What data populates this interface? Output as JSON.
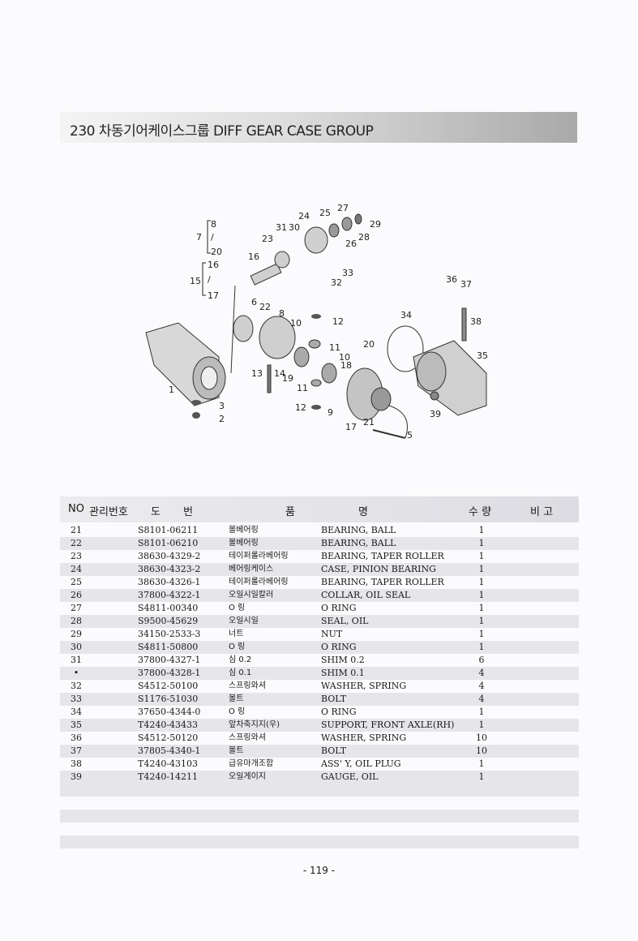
{
  "header": {
    "title": "230  차동기어케이스그룹 DIFF GEAR CASE GROUP"
  },
  "diagram": {
    "callouts": [
      "1",
      "2",
      "3",
      "5",
      "6",
      "7",
      "8",
      "9",
      "10",
      "11",
      "12",
      "13",
      "14",
      "15",
      "16",
      "17",
      "18",
      "19",
      "20",
      "21",
      "22",
      "23",
      "24",
      "25",
      "26",
      "27",
      "28",
      "29",
      "30",
      "31",
      "32",
      "33",
      "34",
      "35",
      "36",
      "37",
      "38",
      "39"
    ],
    "bracket_7": {
      "label": "7",
      "top": "8",
      "mid": "/",
      "bottom": "20"
    },
    "bracket_15": {
      "label": "15",
      "top": "16",
      "mid": "/",
      "bottom": "17"
    }
  },
  "table": {
    "headers": {
      "no": "NO",
      "mgmt": "관리번호",
      "drawing_a": "도",
      "drawing_b": "번",
      "name_a": "품",
      "name_b": "명",
      "qty": "수 량",
      "remark": "비 고"
    },
    "rows": [
      {
        "no": "21",
        "part": "S8101-06211",
        "kr": "볼베어링",
        "en": "BEARING, BALL",
        "qty": "1"
      },
      {
        "no": "22",
        "part": "S8101-06210",
        "kr": "볼베어링",
        "en": "BEARING, BALL",
        "qty": "1"
      },
      {
        "no": "23",
        "part": "38630-4329-2",
        "kr": "테이퍼롤라베어링",
        "en": "BEARING, TAPER ROLLER",
        "qty": "1"
      },
      {
        "no": "24",
        "part": "38630-4323-2",
        "kr": "베어링케이스",
        "en": "CASE, PINION BEARING",
        "qty": "1"
      },
      {
        "no": "25",
        "part": "38630-4326-1",
        "kr": "테이퍼롤라베어링",
        "en": "BEARING, TAPER ROLLER",
        "qty": "1"
      },
      {
        "no": "26",
        "part": "37800-4322-1",
        "kr": "오일시일칼러",
        "en": "COLLAR, OIL SEAL",
        "qty": "1"
      },
      {
        "no": "27",
        "part": "S4811-00340",
        "kr": "O 링",
        "en": "O RING",
        "qty": "1"
      },
      {
        "no": "28",
        "part": "S9500-45629",
        "kr": "오일시일",
        "en": "SEAL, OIL",
        "qty": "1"
      },
      {
        "no": "29",
        "part": "34150-2533-3",
        "kr": "너트",
        "en": "NUT",
        "qty": "1"
      },
      {
        "no": "30",
        "part": "S4811-50800",
        "kr": "O 링",
        "en": "O RING",
        "qty": "1"
      },
      {
        "no": "31",
        "part": "37800-4327-1",
        "kr": "심 0.2",
        "en": "SHIM 0.2",
        "qty": "6"
      },
      {
        "no": "•",
        "part": "37800-4328-1",
        "kr": "심 0.1",
        "en": "SHIM 0.1",
        "qty": "4"
      },
      {
        "no": "32",
        "part": "S4512-50100",
        "kr": "스프링와셔",
        "en": "WASHER, SPRING",
        "qty": "4"
      },
      {
        "no": "33",
        "part": "S1176-51030",
        "kr": "볼트",
        "en": "BOLT",
        "qty": "4"
      },
      {
        "no": "34",
        "part": "37650-4344-0",
        "kr": "O 링",
        "en": "O RING",
        "qty": "1"
      },
      {
        "no": "35",
        "part": "T4240-43433",
        "kr": "앞차축지지(우)",
        "en": "SUPPORT, FRONT AXLE(RH)",
        "qty": "1"
      },
      {
        "no": "36",
        "part": "S4512-50120",
        "kr": "스프링와셔",
        "en": "WASHER, SPRING",
        "qty": "10"
      },
      {
        "no": "37",
        "part": "37805-4340-1",
        "kr": "볼트",
        "en": "BOLT",
        "qty": "10"
      },
      {
        "no": "38",
        "part": "T4240-43103",
        "kr": "급유마개조합",
        "en": "ASS' Y, OIL PLUG",
        "qty": "1"
      },
      {
        "no": "39",
        "part": "T4240-14211",
        "kr": "오일게이지",
        "en": "GAUGE, OIL",
        "qty": "1"
      }
    ]
  },
  "footer": {
    "page": "- 119 -"
  }
}
